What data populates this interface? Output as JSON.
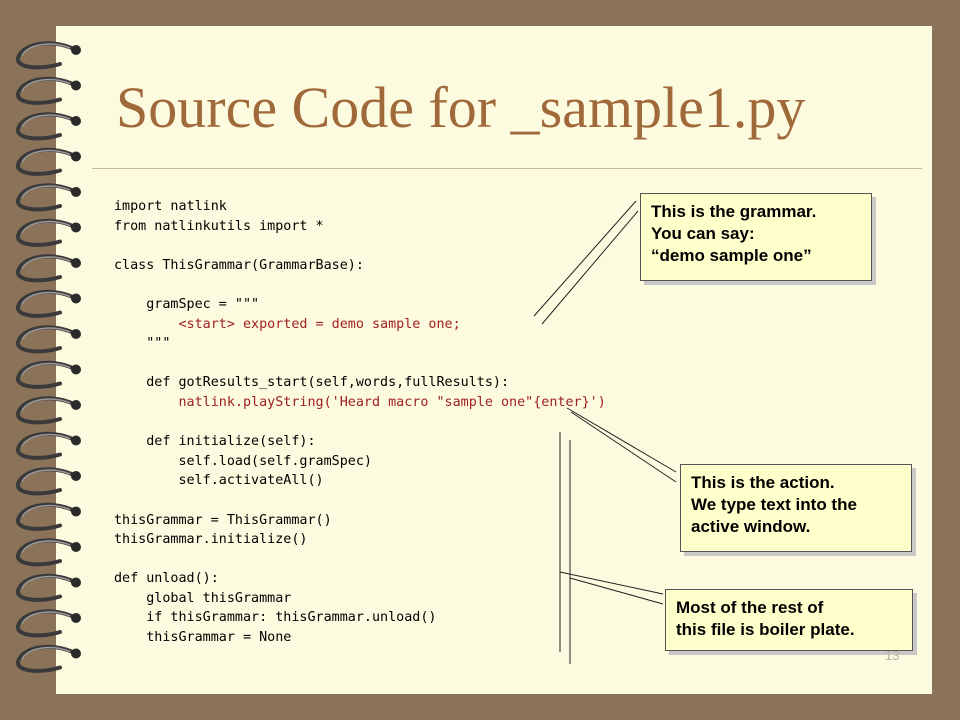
{
  "slide": {
    "title": "Source Code for _sample1.py",
    "page_number": "13"
  },
  "code_lines": [
    {
      "text": "import natlink",
      "highlight": false
    },
    {
      "text": "from natlinkutils import *",
      "highlight": false
    },
    {
      "text": "",
      "highlight": false
    },
    {
      "text": "class ThisGrammar(GrammarBase):",
      "highlight": false
    },
    {
      "text": "",
      "highlight": false
    },
    {
      "text": "    gramSpec = \"\"\"",
      "highlight": false
    },
    {
      "text": "        <start> exported = demo sample one;",
      "highlight": true
    },
    {
      "text": "    \"\"\"",
      "highlight": false
    },
    {
      "text": "",
      "highlight": false
    },
    {
      "text": "    def gotResults_start(self,words,fullResults):",
      "highlight": false
    },
    {
      "text": "        natlink.playString('Heard macro \"sample one\"{enter}')",
      "highlight": true
    },
    {
      "text": "",
      "highlight": false
    },
    {
      "text": "    def initialize(self):",
      "highlight": false
    },
    {
      "text": "        self.load(self.gramSpec)",
      "highlight": false
    },
    {
      "text": "        self.activateAll()",
      "highlight": false
    },
    {
      "text": "",
      "highlight": false
    },
    {
      "text": "thisGrammar = ThisGrammar()",
      "highlight": false
    },
    {
      "text": "thisGrammar.initialize()",
      "highlight": false
    },
    {
      "text": "",
      "highlight": false
    },
    {
      "text": "def unload():",
      "highlight": false
    },
    {
      "text": "    global thisGrammar",
      "highlight": false
    },
    {
      "text": "    if thisGrammar: thisGrammar.unload()",
      "highlight": false
    },
    {
      "text": "    thisGrammar = None",
      "highlight": false
    }
  ],
  "callouts": {
    "grammar": [
      "This is the grammar.",
      "You can say:",
      "“demo sample one”"
    ],
    "action": [
      "This is the action.",
      "We type text into the",
      "active window."
    ],
    "boiler": [
      "Most of the rest of",
      "this file is boiler plate."
    ]
  },
  "colors": {
    "background": "#8b735a",
    "page": "#fdfbdf",
    "title": "#a0693a",
    "highlight_code": "#a02020",
    "callout_fill": "#ffffcc"
  }
}
